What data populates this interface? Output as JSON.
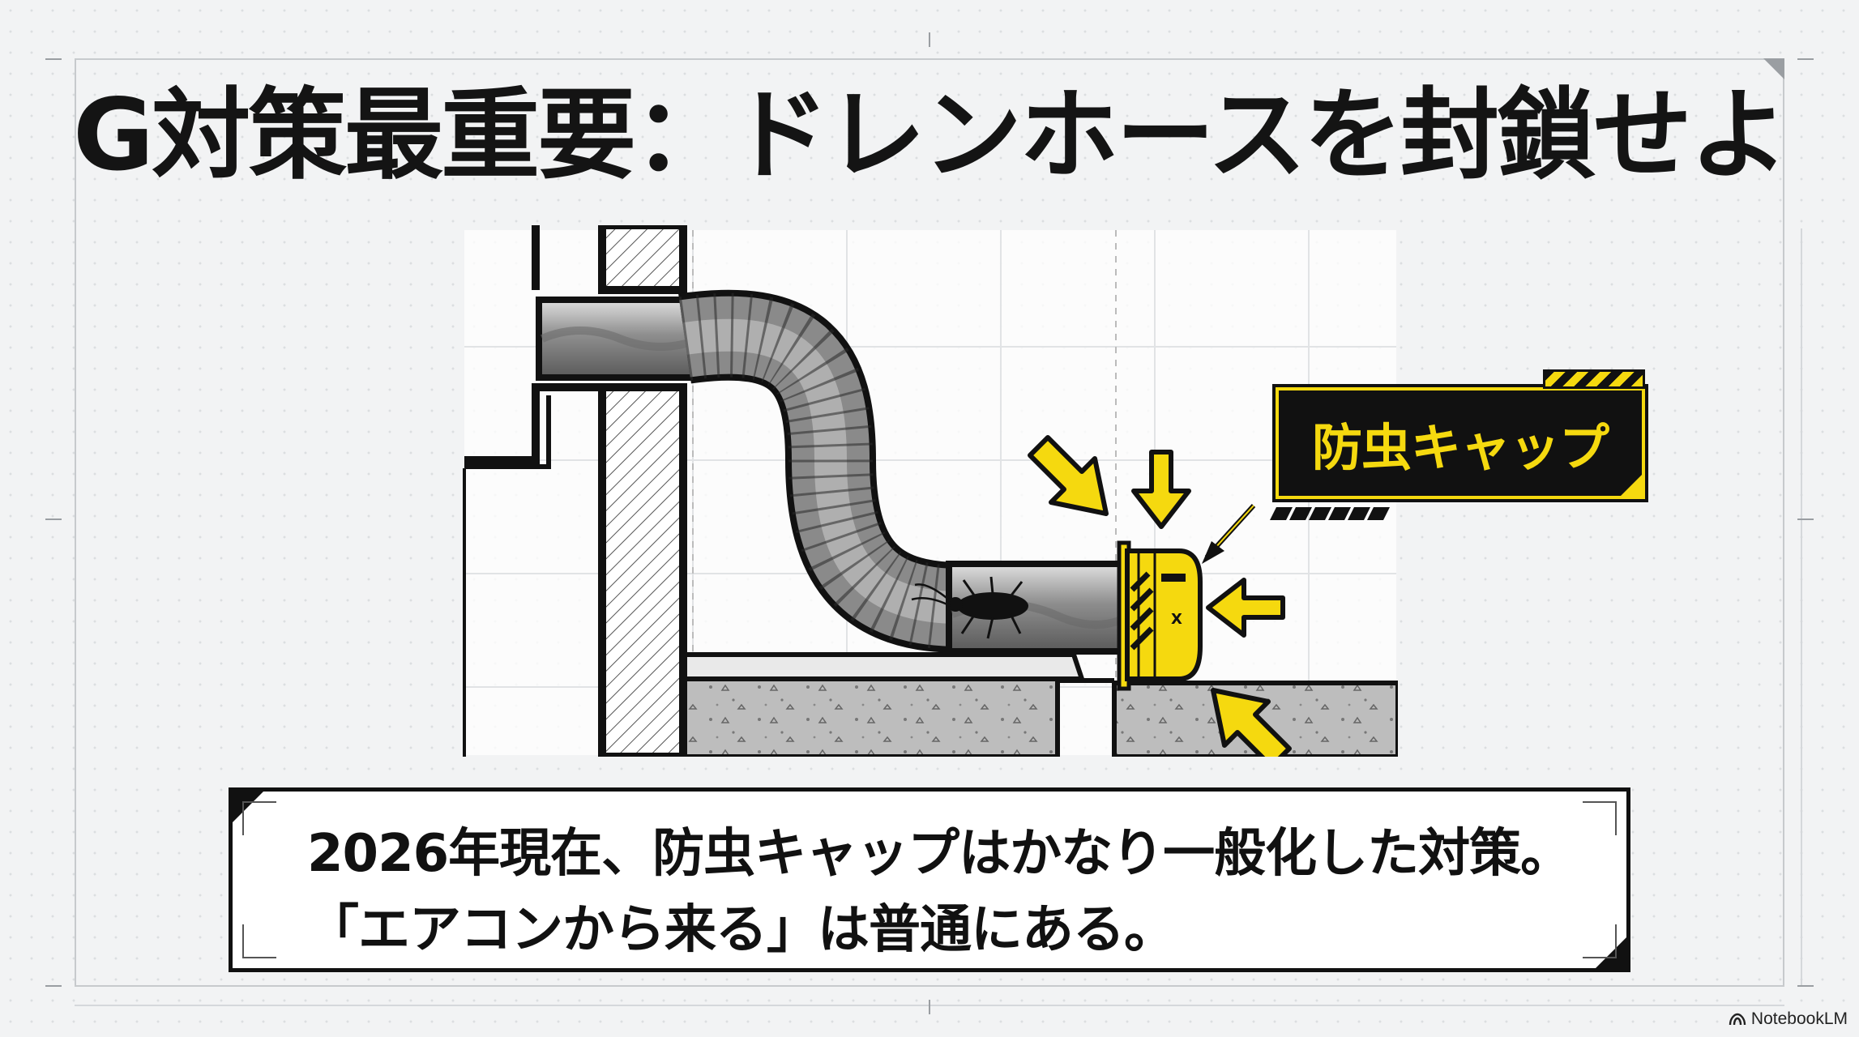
{
  "title": "G対策最重要：ドレンホースを封鎖せよ",
  "diagram": {
    "cap_label": "防虫キャップ"
  },
  "caption": {
    "line1": "2026年現在、防虫キャップはかなり一般化した対策。",
    "line2": "「エアコンから来る」は普通にある。"
  },
  "branding": {
    "logo_text": "NotebookLM"
  },
  "colors": {
    "accent_yellow": "#f5d90f",
    "ink": "#141414",
    "background": "#f2f3f4"
  }
}
